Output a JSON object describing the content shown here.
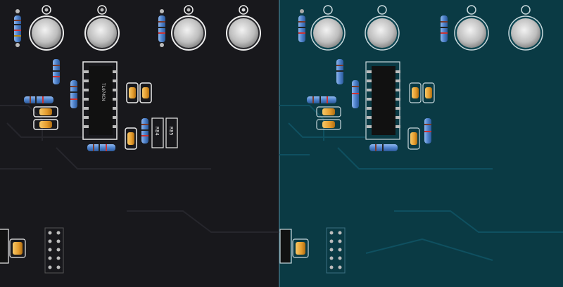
{
  "panels": [
    {
      "name": "black-pcb",
      "color": "#18181c",
      "trace_color": "#26262c"
    },
    {
      "name": "teal-pcb",
      "color": "#0a3a44",
      "trace_color": "#0f5060"
    }
  ],
  "colors": {
    "pad": "#c9c9c9",
    "pad_ring": "#ececec",
    "resistor_body": "#5b8fd6",
    "capacitor_body": "#e9a636",
    "ic_body": "#111111",
    "silkscreen": "#e8e8e8"
  },
  "silkscreen_labels": {
    "r84": "R84",
    "r85": "R85"
  },
  "chip_marking": "TL074CN"
}
